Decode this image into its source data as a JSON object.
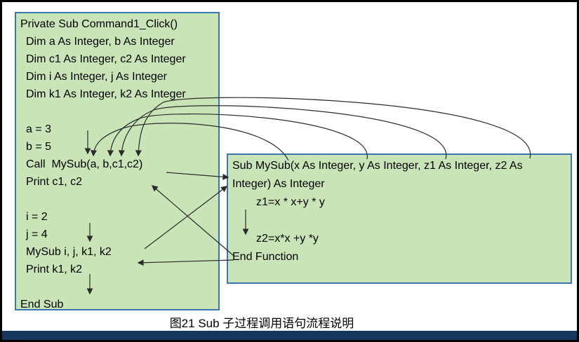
{
  "caller": {
    "lines": [
      "Private Sub Command1_Click()",
      "Dim a As Integer, b As Integer",
      "Dim c1 As Integer, c2 As Integer",
      "Dim i As Integer, j As Integer",
      "Dim k1 As Integer, k2 As Integer",
      "",
      "a = 3",
      "b = 5",
      "Call  MySub(a, b,c1,c2)",
      "Print c1, c2",
      "",
      "i = 2",
      "j = 4",
      "MySub i, j, k1, k2",
      "Print k1, k2",
      "",
      "End Sub"
    ]
  },
  "callee": {
    "lines": [
      "Sub MySub(x As Integer, y As Integer, z1 As Integer, z2 As",
      "Integer) As Integer",
      "z1=x * x+y * y",
      "",
      "z2=x*x +y *y",
      "End Function"
    ]
  },
  "caption": "图21  Sub 子过程调用语句流程说明",
  "colors": {
    "box_fill": "#c9e4b6",
    "box_border": "#3a76b0",
    "arrow": "#2b2b2b",
    "bottom_bar": "#17375d",
    "frame": "#000000"
  }
}
